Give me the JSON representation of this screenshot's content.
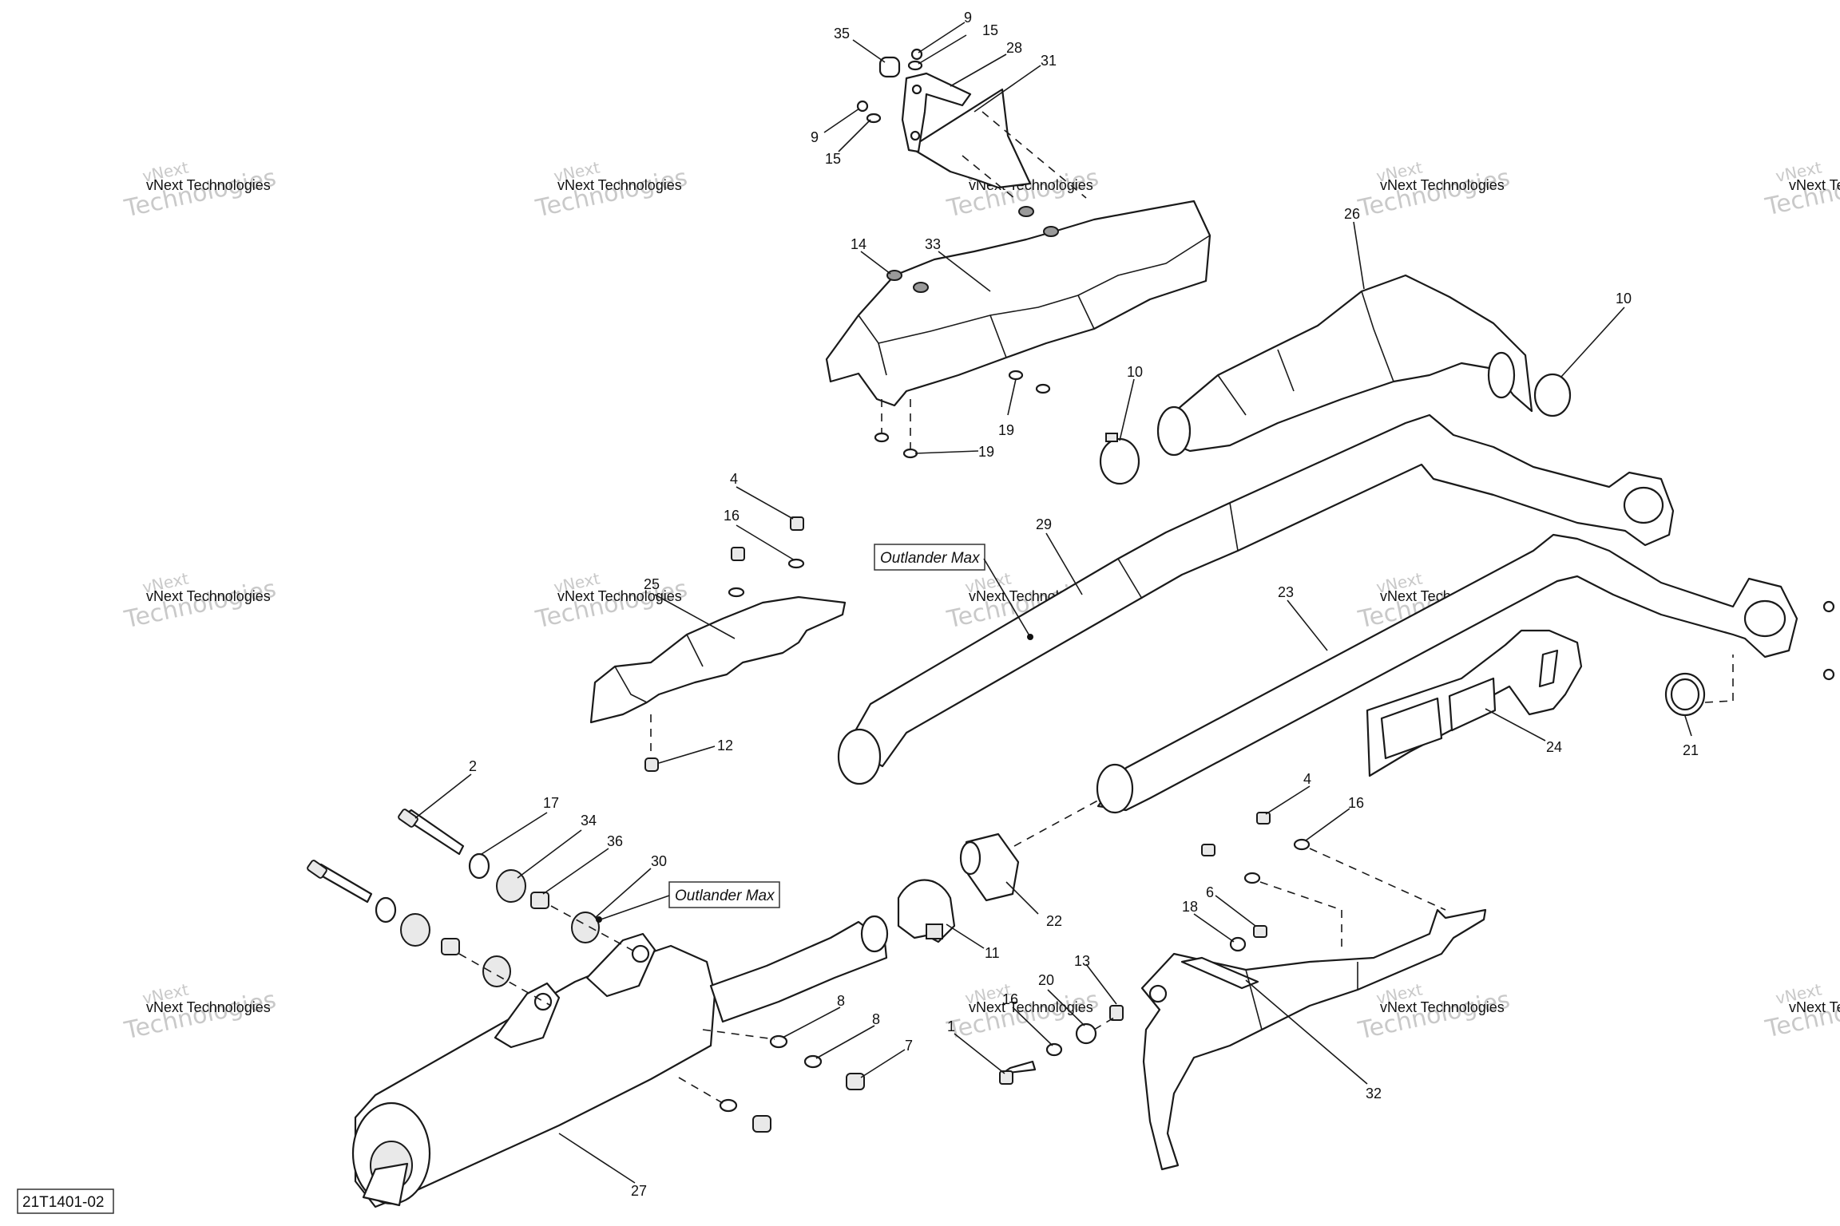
{
  "diagram_code": "21T1401-02",
  "note_label": "Outlander Max",
  "watermark": {
    "line1": "vNext Technologies",
    "line2": "vNext",
    "line3": "Technologies"
  },
  "callouts": {
    "c35": "35",
    "c9a": "9",
    "c15a": "15",
    "c28": "28",
    "c31": "31",
    "c9b": "9",
    "c15b": "15",
    "c14": "14",
    "c33": "33",
    "c19a": "19",
    "c19b": "19",
    "c26": "26",
    "c10a": "10",
    "c10b": "10",
    "c4a": "4",
    "c16a": "16",
    "c25": "25",
    "c12": "12",
    "c29": "29",
    "c23": "23",
    "c24": "24",
    "c21": "21",
    "c2": "2",
    "c17": "17",
    "c34": "34",
    "c36": "36",
    "c30": "30",
    "c22": "22",
    "c11": "11",
    "c8a": "8",
    "c8b": "8",
    "c7": "7",
    "c1": "1",
    "c16b": "16",
    "c20": "20",
    "c13": "13",
    "c4b": "4",
    "c16c": "16",
    "c6": "6",
    "c18": "18",
    "c32": "32",
    "c27": "27"
  }
}
